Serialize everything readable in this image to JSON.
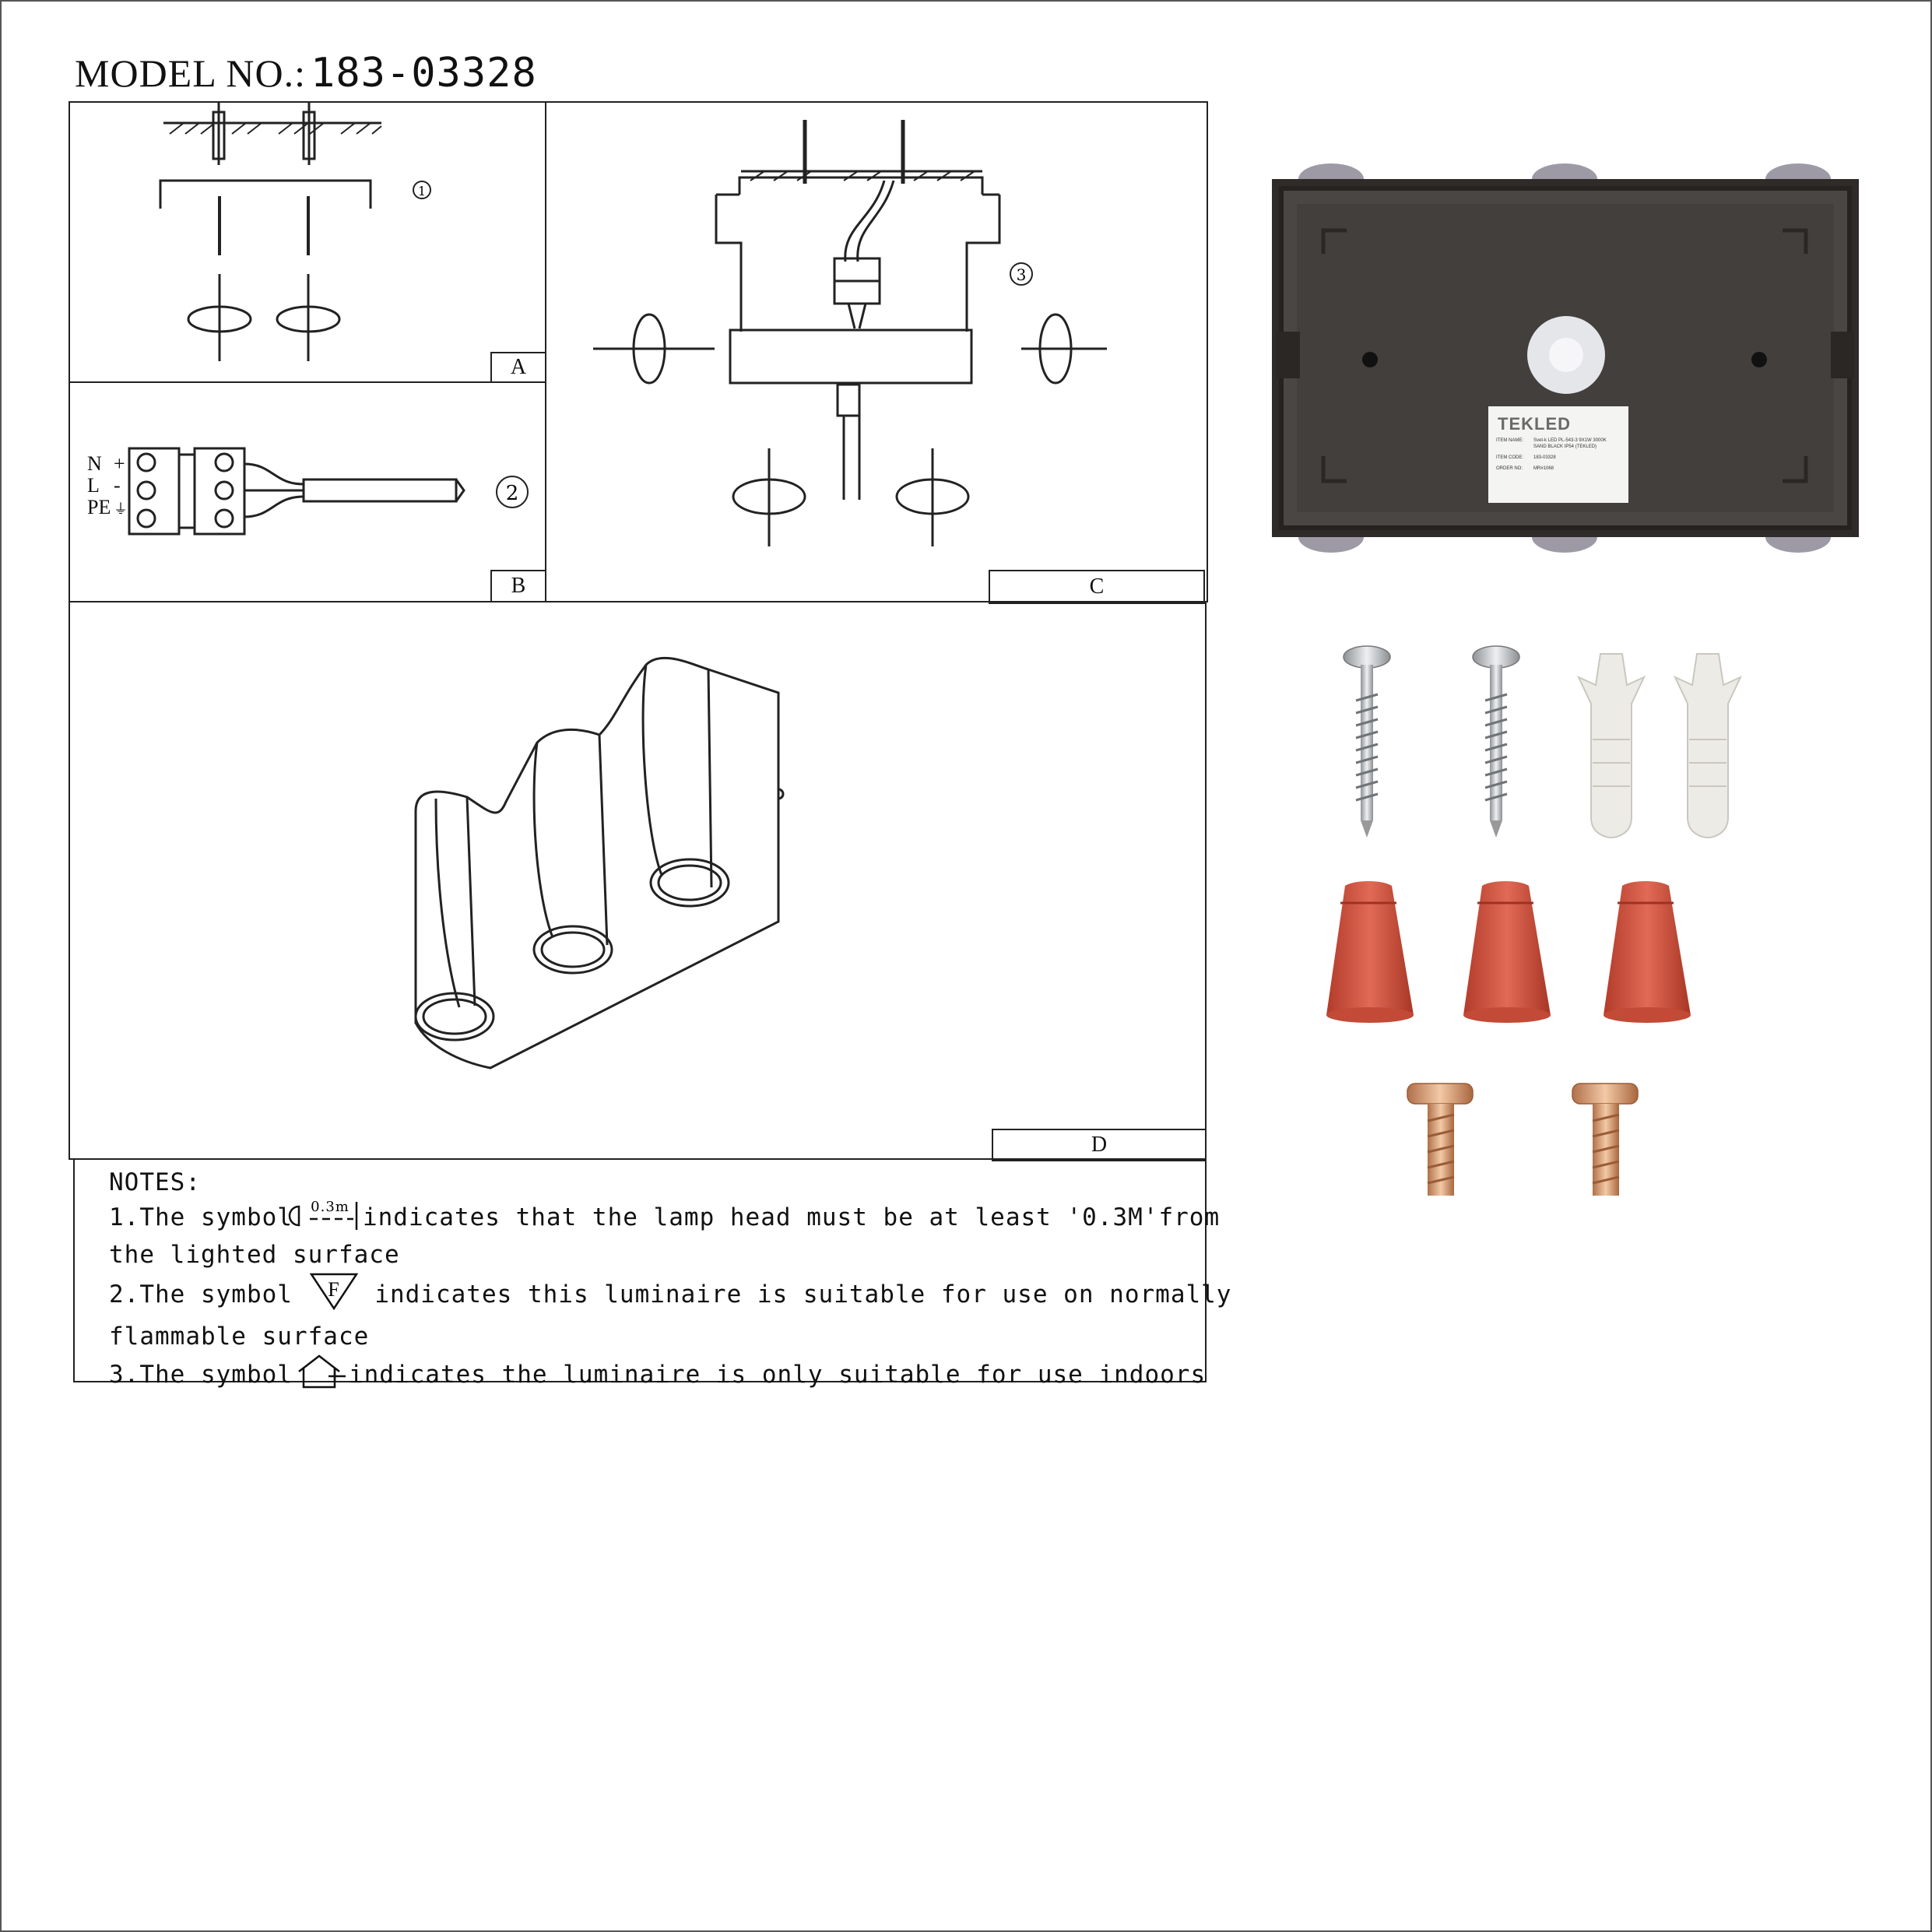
{
  "header": {
    "model_label": "MODEL NO.:",
    "model_number": "183-03328"
  },
  "panels": {
    "a": {
      "letter": "A",
      "step": "1"
    },
    "b": {
      "letter": "B",
      "step": "2",
      "terminals": [
        "N",
        "L",
        "PE"
      ],
      "polarity": [
        "+",
        "-",
        "⏚"
      ]
    },
    "c": {
      "letter": "C",
      "step": "3"
    },
    "d": {
      "letter": "D"
    }
  },
  "notes": {
    "title": "NOTES:",
    "n1_a": "1.The symbol",
    "n1_sym": "0.3m",
    "n1_b": "indicates that the lamp head must be at least '0.3M'from",
    "n1_c": "the lighted surface",
    "n2_a": "2.The symbol",
    "n2_sym": "F",
    "n2_b": "indicates this luminaire is suitable for use on normally",
    "n2_c": "flammable surface",
    "n3_a": "3.The symbol",
    "n3_b": "indicates the luminaire is only suitable for use indoors"
  },
  "label": {
    "brand": "TEKLED",
    "item_name_key": "ITEM NAME:",
    "item_name_val": "Svet-k LED PL-543-3 9X1W 3000K SAND BLACK IP54 (TEKLED)",
    "item_code_key": "ITEM CODE:",
    "item_code_val": "183-03328",
    "order_key": "ORDER NO:",
    "order_val": "MR#1068"
  },
  "colors": {
    "housing": "#3b3835",
    "wire_nut": "#c9503c",
    "screw": "#c8cdd0",
    "anchor": "#e8e6e0",
    "brass": "#d59a6e"
  }
}
